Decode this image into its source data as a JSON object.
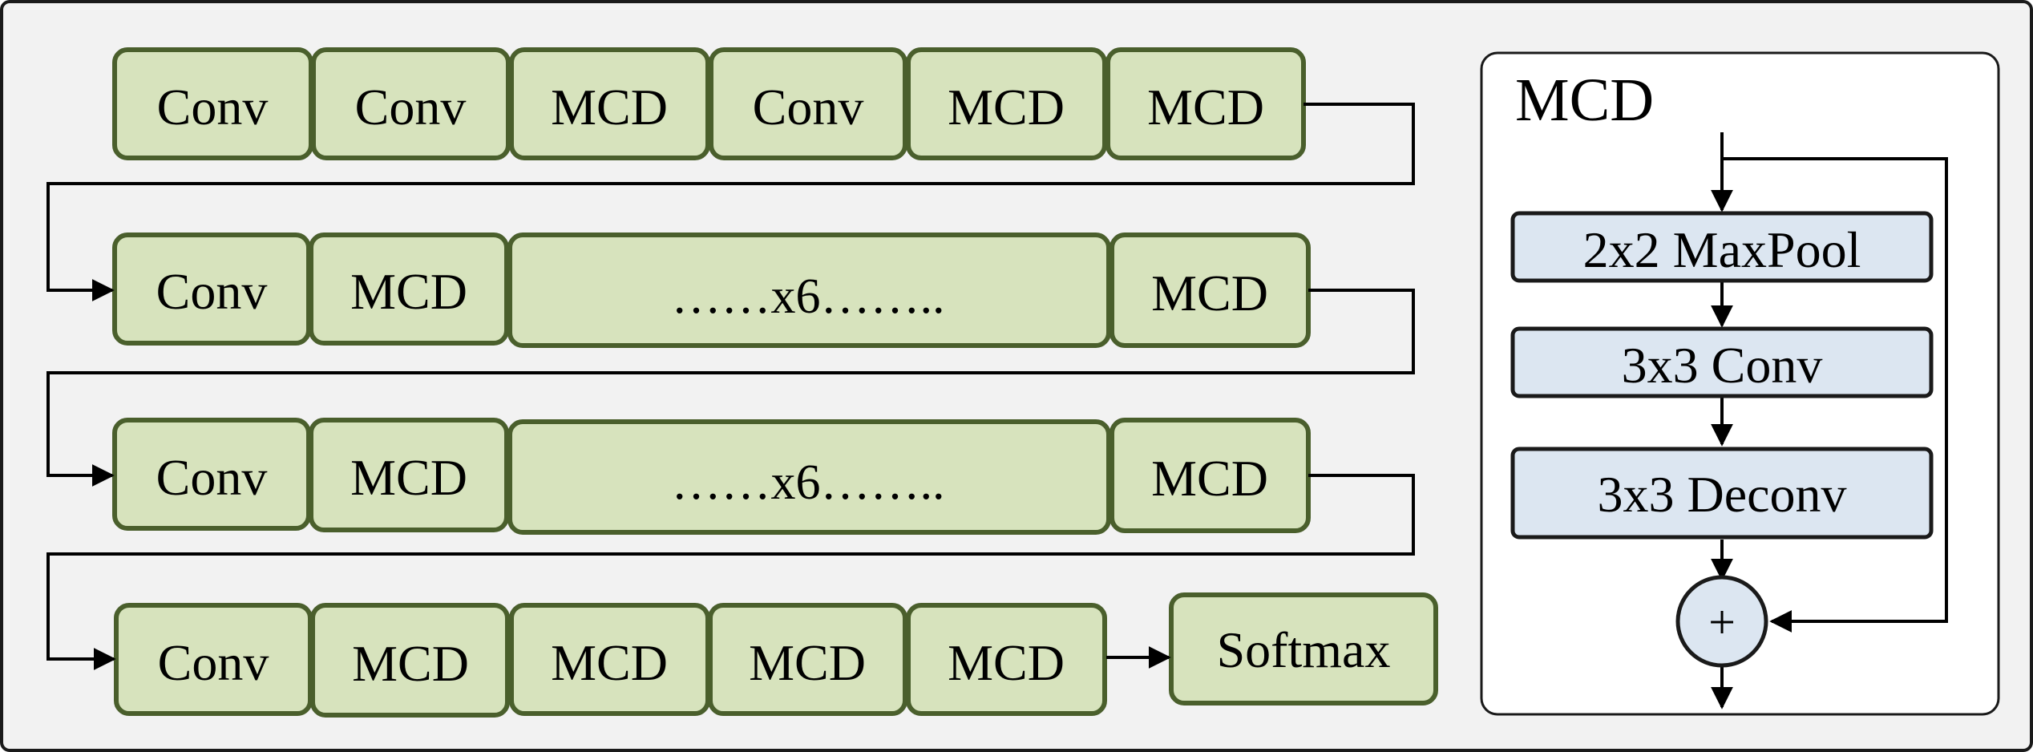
{
  "backbone": {
    "rows": [
      {
        "blocks": [
          "Conv",
          "Conv",
          "MCD",
          "Conv",
          "MCD",
          "MCD"
        ]
      },
      {
        "blocks": [
          "Conv",
          "MCD",
          "……x6……..",
          "MCD"
        ]
      },
      {
        "blocks": [
          "Conv",
          "MCD",
          "……x6……..",
          "MCD"
        ]
      },
      {
        "blocks": [
          "Conv",
          "MCD",
          "MCD",
          "MCD",
          "MCD"
        ]
      }
    ],
    "output_label": "Softmax"
  },
  "mcd_panel": {
    "title": "MCD",
    "layers": [
      "2x2 MaxPool",
      "3x3 Conv",
      "3x3 Deconv"
    ],
    "sum_symbol": "+"
  },
  "colors": {
    "background": "#f2f2f2",
    "block_fill": "#d7e3bd",
    "block_stroke": "#4a5f2c",
    "layer_fill": "#dce6f1",
    "layer_stroke": "#1a1a1a",
    "line": "#000000"
  }
}
